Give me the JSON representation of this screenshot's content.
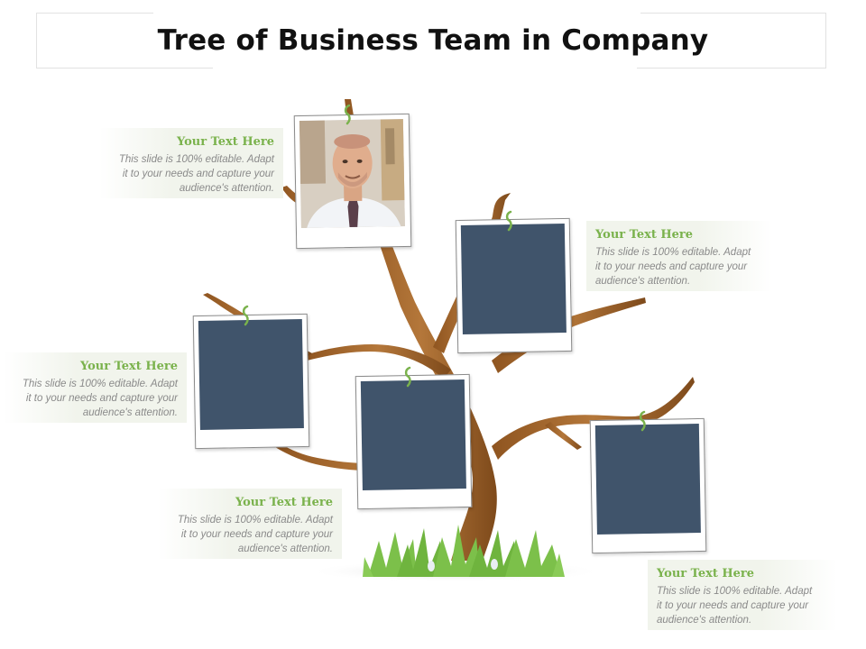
{
  "slide": {
    "title": "Tree of Business Team in Company"
  },
  "colors": {
    "trunk": "#a86a2c",
    "photo_placeholder": "#40546b",
    "heading_green": "#7ab24c",
    "grass": "#7cc04a",
    "clip": "#7ab24c"
  },
  "text_blocks": [
    {
      "heading": "Your Text Here",
      "body_lines": [
        "This slide is 100% editable. Adapt",
        "it to your needs and capture your",
        "audience's attention."
      ]
    },
    {
      "heading": "Your Text Here",
      "body_lines": [
        "This slide is 100% editable. Adapt",
        "it to your needs and capture your",
        "audience's attention."
      ]
    },
    {
      "heading": "Your Text Here",
      "body_lines": [
        "This slide is 100% editable. Adapt",
        "it to your needs and capture your",
        "audience's attention."
      ]
    },
    {
      "heading": "Your Text Here",
      "body_lines": [
        "This slide is 100% editable. Adapt",
        "it to your needs and capture your",
        "audience's attention."
      ]
    },
    {
      "heading": "Your Text Here",
      "body_lines": [
        "This slide is 100% editable. Adapt",
        "it to your needs and capture your",
        "audience's attention."
      ]
    }
  ],
  "photos": [
    {
      "content": "person-photo"
    },
    {
      "content": "placeholder"
    },
    {
      "content": "placeholder"
    },
    {
      "content": "placeholder"
    },
    {
      "content": "placeholder"
    }
  ]
}
